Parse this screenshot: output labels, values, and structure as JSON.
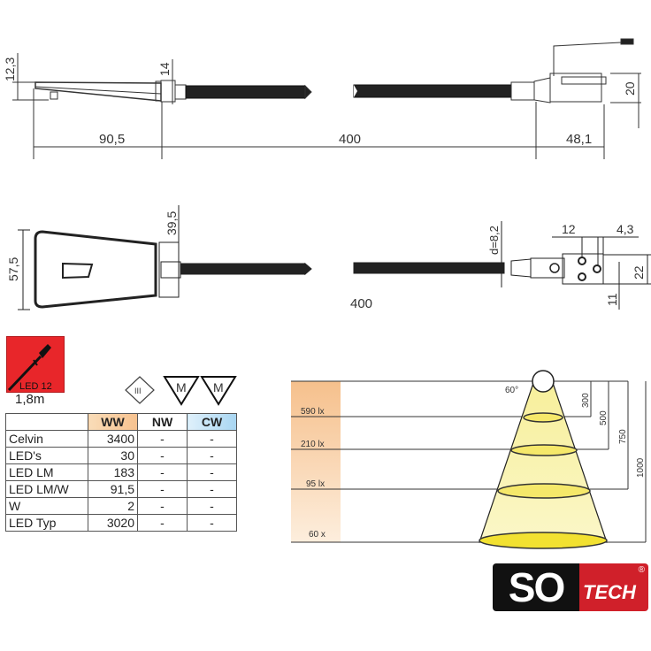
{
  "top_view": {
    "dims": {
      "left_height": "12,3",
      "collar_height": "14",
      "head_length": "90,5",
      "arm_length": "400",
      "clamp_length": "48,1",
      "clamp_height": "20"
    }
  },
  "bottom_view": {
    "dims": {
      "head_width": "57,5",
      "collar_width": "39,5",
      "arm_diameter": "d=8,2",
      "arm_length": "400",
      "hole_spacing": "12",
      "hole_offset": "4,3",
      "mount_height": "22",
      "mount_half": "11"
    }
  },
  "badge": {
    "label": "LED 12",
    "cable_length": "1,8m",
    "color": "#e8262a"
  },
  "symbols": [
    {
      "name": "protection-class-III",
      "glyph": "III"
    },
    {
      "name": "m-mark-1",
      "glyph": "M"
    },
    {
      "name": "m-mark-2",
      "glyph": "M"
    }
  ],
  "table": {
    "headers": [
      "",
      "WW",
      "NW",
      "CW"
    ],
    "rows": [
      {
        "label": "Celvin",
        "ww": "3400",
        "nw": "-",
        "cw": "-"
      },
      {
        "label": "LED's",
        "ww": "30",
        "nw": "-",
        "cw": "-"
      },
      {
        "label": "LED LM",
        "ww": "183",
        "nw": "-",
        "cw": "-"
      },
      {
        "label": "LED LM/W",
        "ww": "91,5",
        "nw": "-",
        "cw": "-"
      },
      {
        "label": "W",
        "ww": "2",
        "nw": "-",
        "cw": "-"
      },
      {
        "label": "LED Typ",
        "ww": "3020",
        "nw": "-",
        "cw": "-"
      }
    ]
  },
  "beam": {
    "angle": "60°",
    "levels": [
      {
        "lux": "590 lx",
        "distance": "300"
      },
      {
        "lux": "210 lx",
        "distance": "500"
      },
      {
        "lux": "95 lx",
        "distance": "750"
      },
      {
        "lux": "60 x",
        "distance": "1000"
      }
    ]
  },
  "logo": {
    "left": "SO",
    "right": "TECH",
    "reg": "®"
  }
}
